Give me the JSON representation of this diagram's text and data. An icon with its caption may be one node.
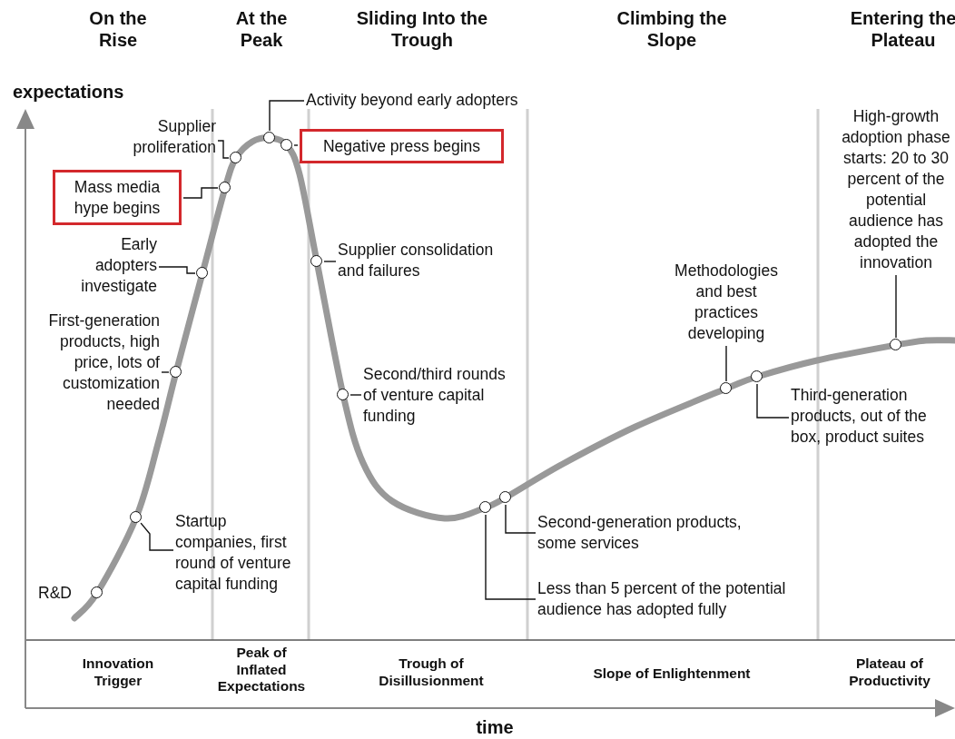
{
  "diagram": {
    "nodes": [
      {
        "text": [],
        "shape": "circle",
        "beside": [
          "R&D"
        ]
      },
      {
        "text": [
          "Startup companies, first round of venture capital funding"
        ]
      },
      {
        "text": [],
        "shape": "circle"
      },
      {
        "text": [
          "First-generation products, high price, lots of customization needed"
        ]
      },
      {
        "text": [],
        "shape": "circle"
      },
      {
        "text": [
          "Early adopters investigate"
        ]
      },
      {
        "text": [],
        "shape": "circle"
      },
      {
        "text": [
          "Mass media hype begins"
        ]
      },
      {
        "text": [],
        "shape": "circle"
      },
      {
        "text": [
          "Supplier proliferation"
        ]
      },
      {
        "text": [],
        "shape": "circle"
      },
      {
        "text": [
          "Activity beyond early adopters"
        ]
      },
      {
        "text": [],
        "shape": "circle"
      },
      {
        "text": [
          "Negative press begins"
        ]
      },
      {
        "text": [],
        "shape": "circle"
      },
      {
        "text": [
          "Supplier consolidation and failures"
        ]
      },
      {
        "text": [],
        "shape": "circle"
      },
      {
        "text": [
          "Second/third rounds of venture capital funding"
        ]
      },
      {
        "text": [],
        "shape": "circle"
      },
      {
        "text": [
          "Less than 5 percent of the potential audience has adopted fully"
        ]
      },
      {
        "text": [],
        "shape": "circle"
      },
      {
        "text": [
          "Second-generation products, some services"
        ]
      },
      {
        "text": [],
        "shape": "circle"
      },
      {
        "text": [
          "Methodologies and best practices developing"
        ]
      },
      {
        "text": [],
        "shape": "circle"
      },
      {
        "text": [
          "Third-generation products, out of the box, product suites"
        ]
      },
      {
        "text": [],
        "shape": "circle"
      },
      {
        "text": [
          "High-growth adoption phase starts: 20 to 30 percent of the potential audience has adopted the innovation"
        ]
      },
      {
        "text": [],
        "shape": "circle"
      }
    ],
    "edges": [
      {
        "from": 1,
        "to": 2,
        "arrow": "none"
      },
      {
        "from": 3,
        "to": 4,
        "arrow": "none"
      },
      {
        "from": 5,
        "to": 6,
        "arrow": "none"
      },
      {
        "from": 7,
        "to": 8,
        "arrow": "none"
      },
      {
        "from": 9,
        "to": 10,
        "arrow": "none"
      },
      {
        "from": 11,
        "to": 12,
        "arrow": "none"
      },
      {
        "from": 13,
        "to": 14,
        "arrow": "none"
      },
      {
        "from": 15,
        "to": 16,
        "arrow": "none"
      },
      {
        "from": 17,
        "to": 18,
        "arrow": "none"
      },
      {
        "from": 19,
        "to": 20,
        "arrow": "none"
      },
      {
        "from": 21,
        "to": 22,
        "arrow": "none"
      },
      {
        "from": 23,
        "to": 24,
        "arrow": "none"
      },
      {
        "from": 25,
        "to": 26,
        "arrow": "none"
      },
      {
        "from": 27,
        "to": 28,
        "arrow": "none"
      }
    ],
    "labels": [
      "On the Rise",
      "At the Peak",
      "Sliding Into the Trough",
      "Climbing the Slope",
      "Entering the Plateau",
      "expectations",
      "Innovation Trigger",
      "Peak of Inflated Expectations",
      "Trough of Disillusionment",
      "Slope of Enlightenment",
      "Plateau of Productivity",
      "time"
    ]
  }
}
